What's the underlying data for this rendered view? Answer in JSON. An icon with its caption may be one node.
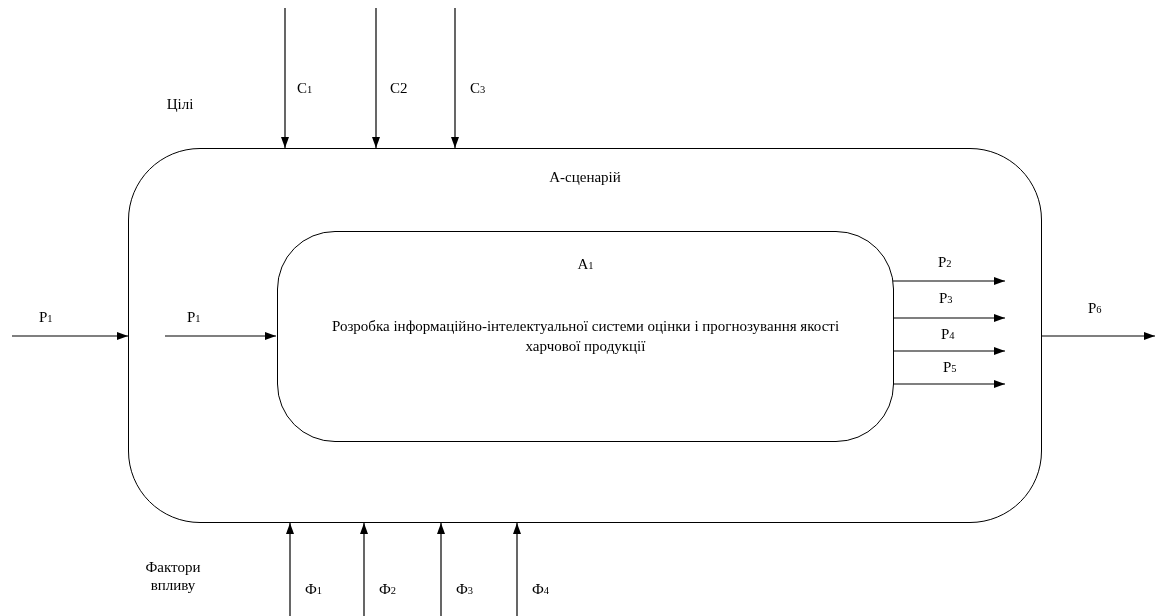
{
  "diagram": {
    "nodes": [
      {
        "text": [
          "А-сценарій"
        ]
      },
      {
        "text": [
          "A$_{1}$",
          "Розробка інформаційно-інтелектуальної системи оцінки і прогнозування якості харчової продукції"
        ],
        "in": 0
      }
    ],
    "edges": [
      {
        "from": null,
        "to": 0,
        "arrow": "to",
        "label": "C$_{1}$"
      },
      {
        "from": null,
        "to": 0,
        "arrow": "to",
        "label": "C2"
      },
      {
        "from": null,
        "to": 0,
        "arrow": "to",
        "label": "C$_{3}$"
      },
      {
        "from": null,
        "to": 0,
        "arrow": "to",
        "label": "P$_{1}$"
      },
      {
        "from": null,
        "to": 1,
        "arrow": "to",
        "label": "P$_{1}$"
      },
      {
        "from": 1,
        "to": null,
        "arrow": "to",
        "label": "P$_{2}$"
      },
      {
        "from": 1,
        "to": null,
        "arrow": "to",
        "label": "P$_{3}$"
      },
      {
        "from": 1,
        "to": null,
        "arrow": "to",
        "label": "P$_{4}$"
      },
      {
        "from": 1,
        "to": null,
        "arrow": "to",
        "label": "P$_{5}$"
      },
      {
        "from": 0,
        "to": null,
        "arrow": "to",
        "label": "P$_{6}$"
      },
      {
        "from": null,
        "to": 0,
        "arrow": "to",
        "label": "Ф$_{1}$"
      },
      {
        "from": null,
        "to": 0,
        "arrow": "to",
        "label": "Ф$_{2}$"
      },
      {
        "from": null,
        "to": 0,
        "arrow": "to",
        "label": "Ф$_{3}$"
      },
      {
        "from": null,
        "to": 0,
        "arrow": "to",
        "label": "Ф$_{4}$"
      }
    ],
    "labels": [
      "Цілі",
      "Фактори впливу"
    ]
  }
}
